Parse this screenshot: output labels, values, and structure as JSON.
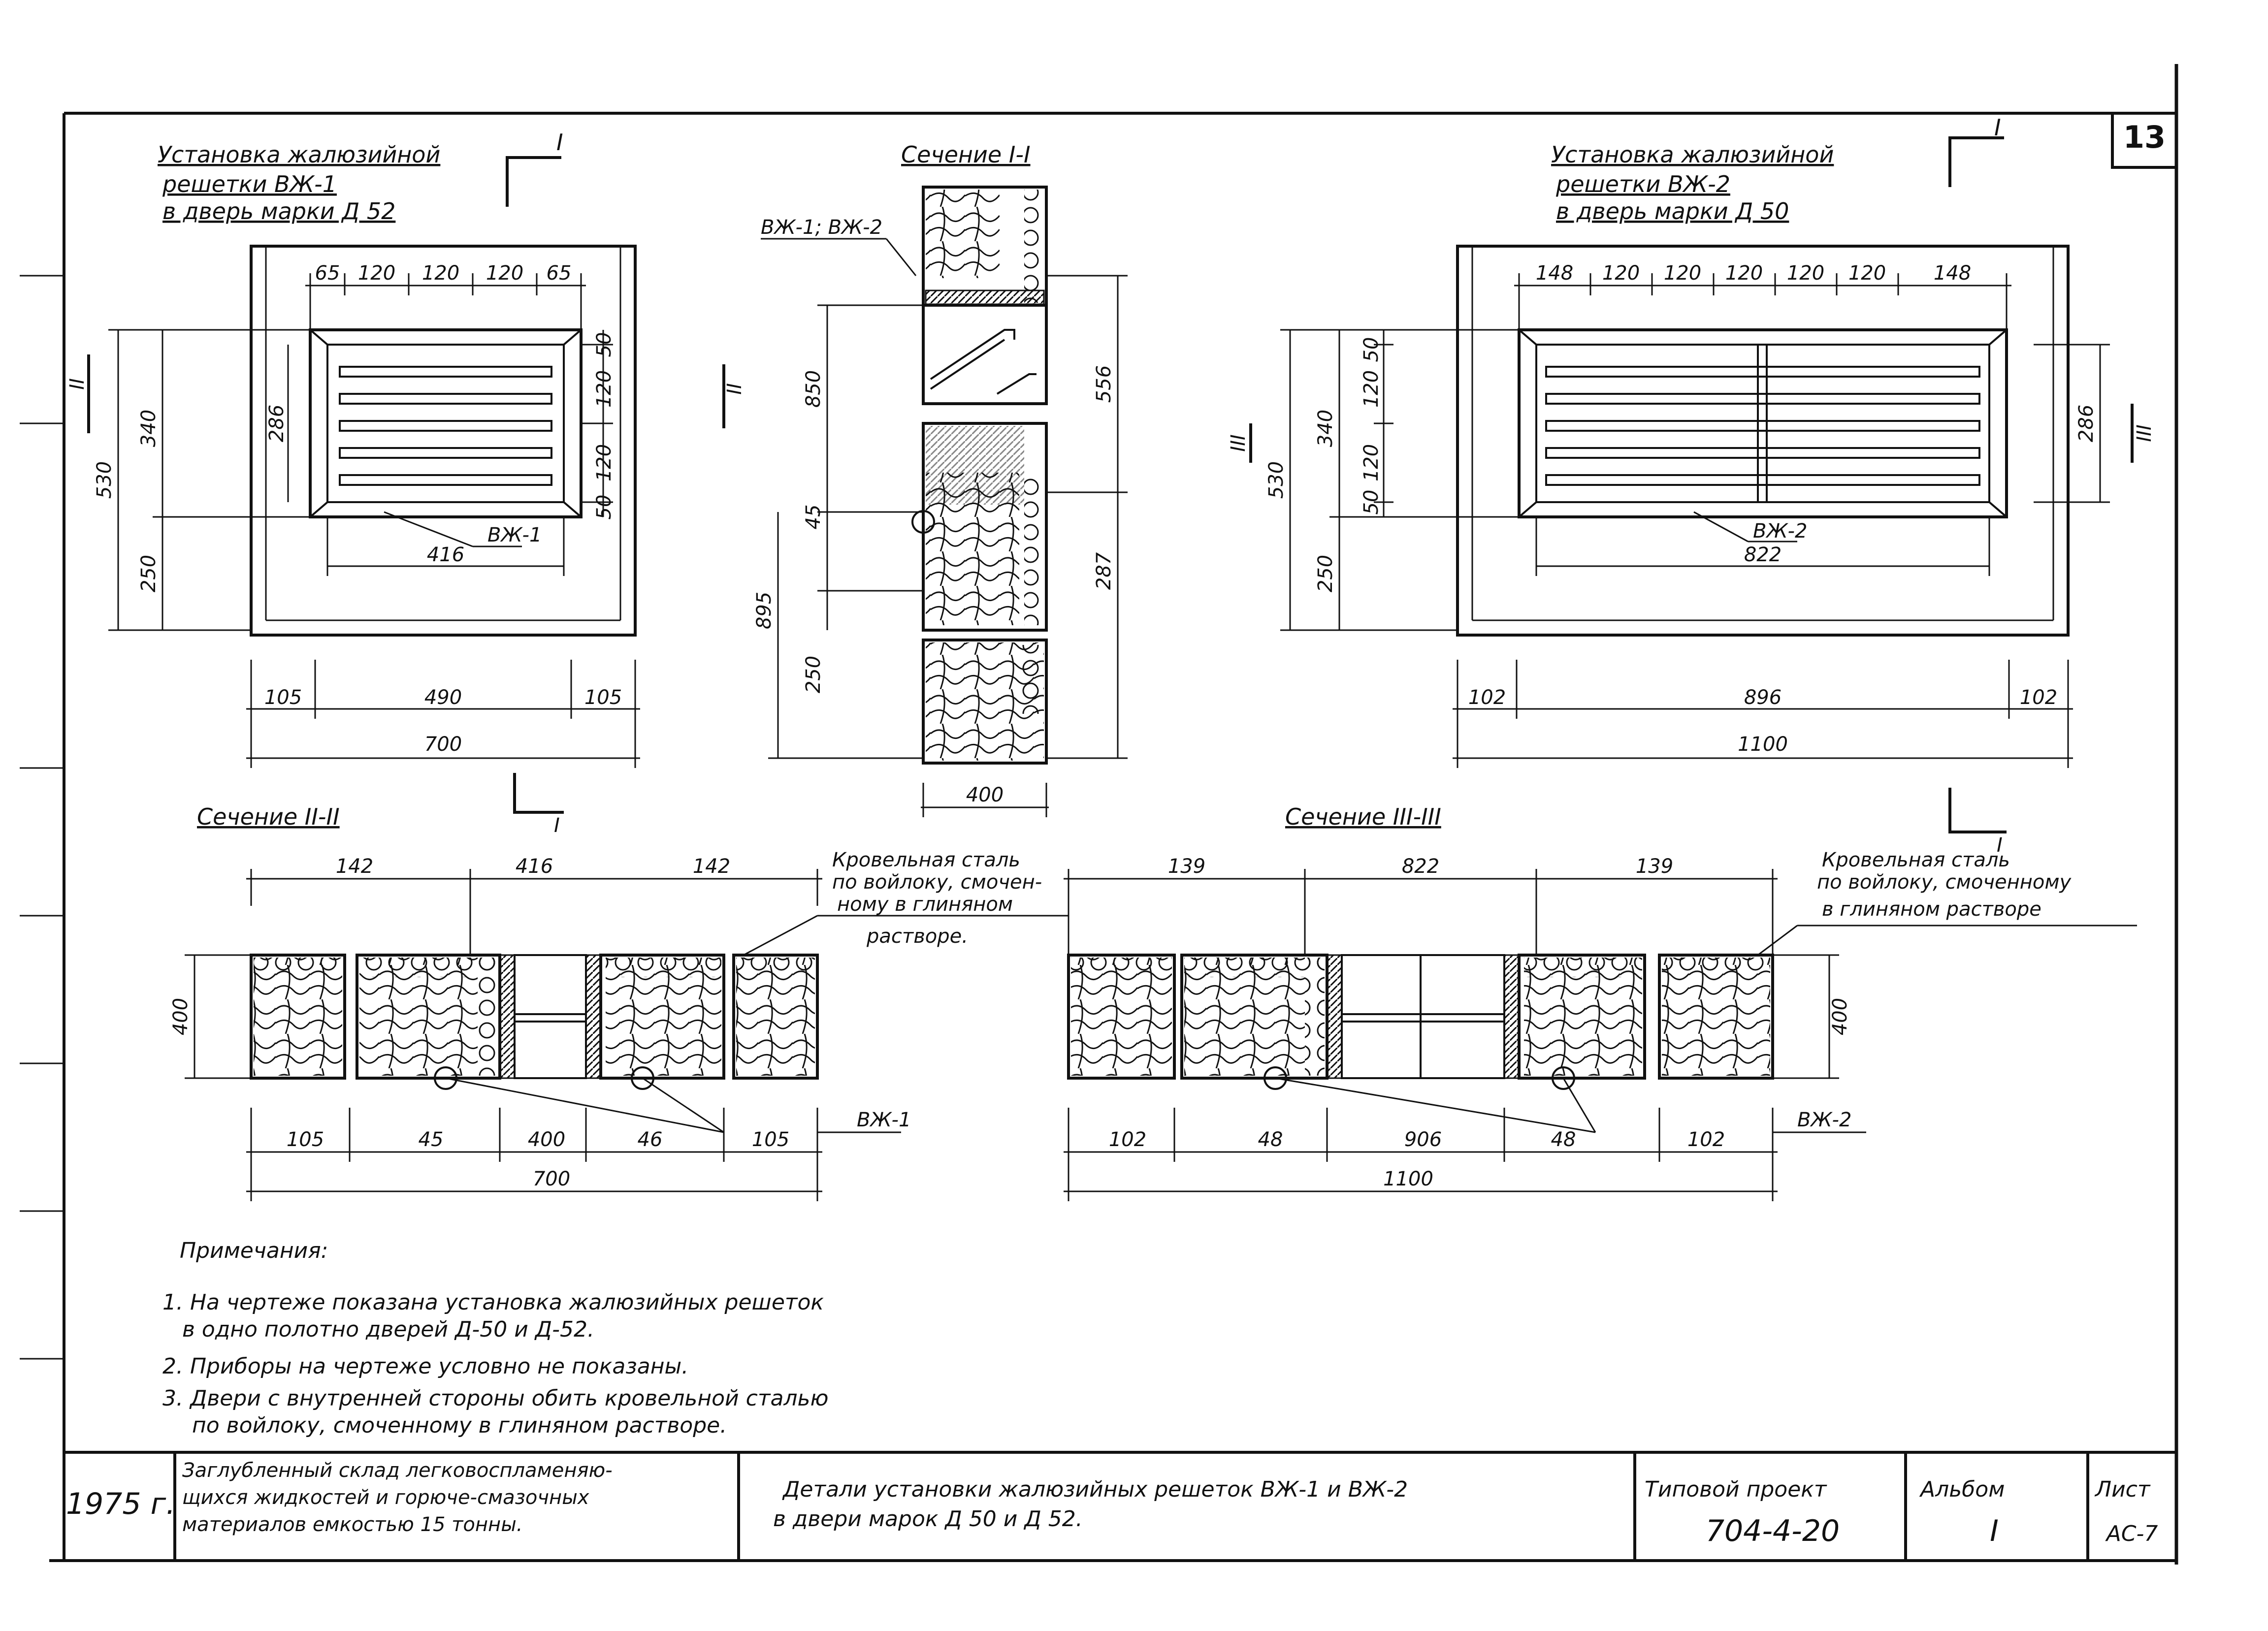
{
  "sheet_number": "13",
  "views": {
    "v1": {
      "title_lines": [
        "Установка жалюзийной",
        "решетки ВЖ-1",
        "в дверь марки Д 52"
      ],
      "mark": "I"
    },
    "v2": {
      "title_lines": [
        "Установка жалюзийной",
        "решетки ВЖ-2",
        "в дверь марки Д 50"
      ],
      "mark": "I"
    },
    "s1": {
      "title": "Сечение I-I",
      "label": "ВЖ-1; ВЖ-2"
    },
    "s2": {
      "title": "Сечение II-II",
      "mark": "I"
    },
    "s3": {
      "title": "Сечение III-III",
      "mark": "I"
    }
  },
  "section_marks": {
    "a": "II",
    "b": "II",
    "c": "III",
    "d": "III"
  },
  "dims_v1": {
    "top": [
      "65",
      "120",
      "120",
      "120",
      "65"
    ],
    "left_outer": "530",
    "left_upper": "340",
    "left_lower": "250",
    "inner_h": "286",
    "right": [
      "50",
      "120",
      "120",
      "50"
    ],
    "grille": "ВЖ-1",
    "grille_w": "416",
    "bottom": [
      "105",
      "490",
      "105"
    ],
    "total": "700"
  },
  "dims_s1": {
    "a": "850",
    "b": "45",
    "c": "895",
    "d": "250",
    "e": "556",
    "f": "287",
    "w": "400"
  },
  "dims_v2": {
    "top": [
      "148",
      "120",
      "120",
      "120",
      "120",
      "120",
      "148"
    ],
    "left_outer": "530",
    "left_upper": "340",
    "left_lower": "250",
    "left_parts": [
      "50",
      "120",
      "120",
      "50"
    ],
    "right": "286",
    "grille": "ВЖ-2",
    "grille_w": "822",
    "bottom": [
      "102",
      "896",
      "102"
    ],
    "total": "1100"
  },
  "dims_s2": {
    "top": [
      "142",
      "416",
      "142"
    ],
    "h": "400",
    "bottom": [
      "105",
      "45",
      "400",
      "46",
      "105"
    ],
    "total": "700",
    "label": "ВЖ-1"
  },
  "dims_s3": {
    "top": [
      "139",
      "822",
      "139"
    ],
    "h": "400",
    "bottom": [
      "102",
      "48",
      "906",
      "48",
      "102"
    ],
    "total": "1100",
    "label": "ВЖ-2"
  },
  "callouts": {
    "left": [
      "Кровельная сталь",
      "по войлоку, смочен-",
      "ному в глиняном",
      "растворе."
    ],
    "right": [
      "Кровельная сталь",
      "по войлоку, смоченному",
      "в глиняном растворе"
    ]
  },
  "notes": {
    "heading": "Примечания:",
    "lines": [
      "1. На чертеже показана установка жалюзийных решеток",
      "в одно полотно дверей Д-50 и Д-52.",
      "2. Приборы на чертеже условно не показаны.",
      "3. Двери с внутренней стороны обить кровельной сталью",
      "по войлоку, смоченному в глиняном растворе."
    ]
  },
  "stamp": {
    "year": "1975 г.",
    "object_lines": [
      "Заглубленный склад легковоспламеняю-",
      "щихся жидкостей и горюче-смазочных",
      "материалов емкостью 15 тонны."
    ],
    "title_lines": [
      "Детали установки жалюзийных решеток ВЖ-1 и ВЖ-2",
      "в двери марок Д 50 и Д 52."
    ],
    "project_label": "Типовой проект",
    "project_no": "704-4-20",
    "album_label": "Альбом",
    "album_no": "I",
    "sheet_label": "Лист",
    "sheet_no": "АС-7"
  }
}
